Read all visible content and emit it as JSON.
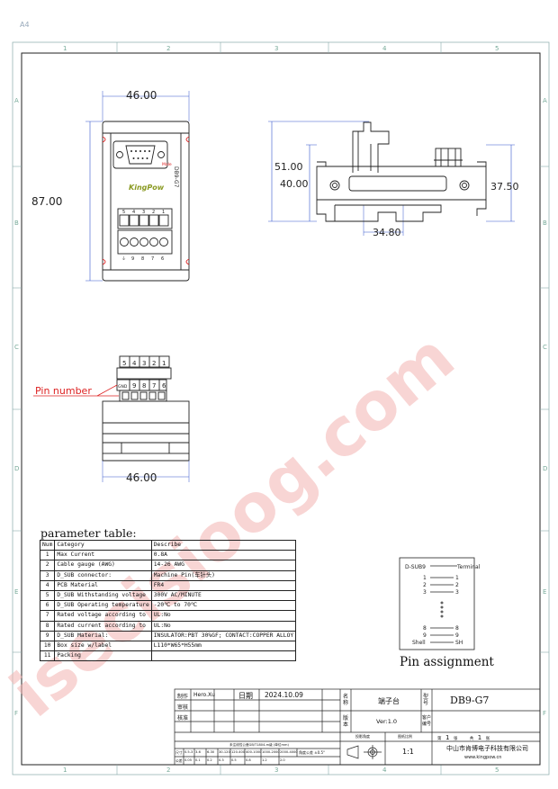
{
  "sheet": {
    "size_label": "A4",
    "col_markers": [
      "1",
      "2",
      "3",
      "4",
      "5"
    ],
    "row_markers": [
      "A",
      "B",
      "C",
      "D",
      "E",
      "F"
    ]
  },
  "drawing": {
    "dims": {
      "front_width": "46.00",
      "front_height": "87.00",
      "side_h1": "51.00",
      "side_h2": "40.00",
      "side_h3": "37.50",
      "side_width": "34.80",
      "bottom_width": "46.00"
    },
    "front_label": "DB9-G7",
    "front_brand": "KingPow",
    "connector_label": "Male",
    "terminal_top_numbers": [
      "5",
      "4",
      "3",
      "2",
      "1"
    ],
    "terminal_bottom_numbers": [
      "⏚",
      "9",
      "8",
      "7",
      "6"
    ],
    "pin_top_numbers": [
      "5",
      "4",
      "3",
      "2",
      "1"
    ],
    "pin_bottom_numbers": [
      "GND",
      "9",
      "8",
      "7",
      "6"
    ],
    "pin_number_label": "Pin number"
  },
  "params": {
    "title": "parameter table:",
    "header": [
      "Num",
      "Category",
      "Describe"
    ],
    "rows": [
      [
        "1",
        "Max Current",
        "0.8A"
      ],
      [
        "2",
        "Cable gauge (AWG)",
        "14-26 AWG"
      ],
      [
        "3",
        "D_SUB connector:",
        "Machine Pin(车针头)"
      ],
      [
        "4",
        "PCB Material",
        "FR4"
      ],
      [
        "5",
        "D_SUB Withstanding voltage",
        "300V AC/MINUTE"
      ],
      [
        "6",
        "D_SUB Operating temperature",
        "-20℃ to 70℃"
      ],
      [
        "7",
        "Rated voltage according to",
        "UL:No"
      ],
      [
        "8",
        "Rated current according to",
        "UL:No"
      ],
      [
        "9",
        "D_SUB Material:",
        "INSULATOR:PBT 30%GF; CONTACT:COPPER ALLOY"
      ],
      [
        "10",
        "Box size w/label",
        "L110*W65*H55mm"
      ],
      [
        "11",
        "Packing",
        ""
      ]
    ]
  },
  "pin_assignment": {
    "title": "Pin assignment",
    "left_header": "D-SUB9",
    "right_header": "Terminal",
    "rows_top": [
      [
        "1",
        "1"
      ],
      [
        "2",
        "2"
      ],
      [
        "3",
        "3"
      ]
    ],
    "rows_bottom": [
      [
        "8",
        "8"
      ],
      [
        "9",
        "9"
      ],
      [
        "Shell",
        "SH"
      ]
    ]
  },
  "title_block": {
    "made_label": "制作",
    "made_by": "Hero.Xu",
    "review_label": "审核",
    "approve_label": "核准",
    "date_label": "日期",
    "date": "2024.10.09",
    "name_label": "名称",
    "name": "端子台",
    "part_label": "型号",
    "part": "DB9-G7",
    "version_label": "版本",
    "version": "Ver:1.0",
    "customer_label": "客户编号",
    "angle_label": "投影角度",
    "scale_label": "图纸比例",
    "scale": "1:1",
    "sheet_label": "第",
    "sheet_no": "1",
    "sheet_unit": "张",
    "total_label": "共",
    "total_no": "1",
    "total_unit": "张",
    "company": "中山市肯博电子科技有限公司",
    "website": "www.kingpow.cn",
    "tolerance_title": "未注线性公差GB/T1804-m级 (单位mm)",
    "tolerance_angle": "角度公差  ±0.5°",
    "tol_ranges": [
      "0.5-3",
      "3-6",
      "6-30",
      "30-120",
      "120-400",
      "400-1000",
      "1000-2000",
      "2000-4000"
    ],
    "tol_values": [
      "0.05",
      "0.1",
      "0.2",
      "0.3",
      "0.5",
      "0.8",
      "1.2",
      "2.0"
    ],
    "tol_row1": "尺寸",
    "tol_row2": "公差"
  },
  "watermark": "isecisioog.com"
}
